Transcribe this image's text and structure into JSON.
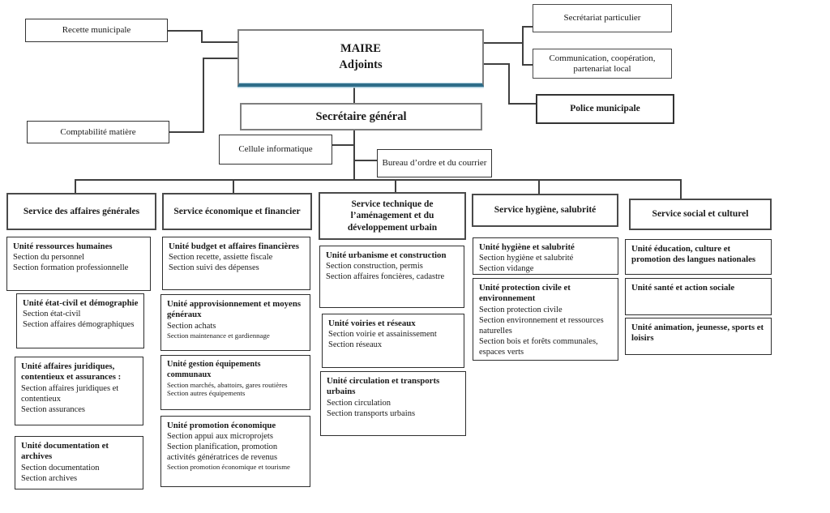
{
  "colors": {
    "accent_bottom_border": "#2e6d89",
    "accent_glow": "#a9cddc",
    "connector_line": "#404040",
    "box_border": "#333333"
  },
  "org": {
    "recette": "Recette municipale",
    "comptabilite": "Comptabilité matière",
    "maire": "MAIRE",
    "adjoints": "Adjoints",
    "secretariat_particulier": "Secrétariat particulier",
    "communication": "Communication, coopération, partenariat local",
    "police": "Police municipale",
    "secretaire_general": "Secrétaire général",
    "cellule_informatique": "Cellule informatique",
    "bureau_ordre": "Bureau d’ordre et du courrier"
  },
  "services": [
    {
      "title": "Service des affaires générales",
      "units": [
        {
          "title": "Unité ressources humaines",
          "sections": [
            "Section du personnel",
            "Section formation professionnelle"
          ]
        },
        {
          "title": "Unité état-civil et démographie",
          "sections": [
            "Section état-civil",
            "Section affaires démographiques"
          ]
        },
        {
          "title": "Unité affaires juridiques, contentieux et assurances :",
          "sections": [
            "Section affaires juridiques et contentieux",
            "Section assurances"
          ]
        },
        {
          "title": "Unité documentation et archives",
          "sections": [
            "Section documentation",
            "Section archives"
          ]
        }
      ]
    },
    {
      "title": "Service économique et financier",
      "units": [
        {
          "title": "Unité budget et affaires financières",
          "sections": [
            "Section recette, assiette fiscale",
            "Section suivi des dépenses"
          ]
        },
        {
          "title": "Unité approvisionnement et moyens généraux",
          "sections": [
            "Section achats",
            "Section maintenance et gardiennage"
          ]
        },
        {
          "title": "Unité gestion équipements communaux",
          "sections": [
            "Section marchés, abattoirs, gares routières",
            "Section autres équipements"
          ]
        },
        {
          "title": "Unité promotion économique",
          "sections": [
            "Section appui aux microprojets",
            "Section planification, promotion activités génératrices de revenus",
            "Section promotion économique et tourisme"
          ]
        }
      ]
    },
    {
      "title": "Service technique de l’aménagement et du développement urbain",
      "units": [
        {
          "title": "Unité urbanisme et construction",
          "sections": [
            "Section construction, permis",
            "Section affaires foncières, cadastre"
          ]
        },
        {
          "title": "Unité voiries et réseaux",
          "sections": [
            "Section voirie et assainissement",
            "Section réseaux"
          ]
        },
        {
          "title": "Unité circulation et transports urbains",
          "sections": [
            "Section circulation",
            "Section transports urbains"
          ]
        }
      ]
    },
    {
      "title": "Service hygiène, salubrité",
      "units": [
        {
          "title": "Unité hygiène et salubrité",
          "sections": [
            "Section hygiène et salubrité",
            "Section vidange"
          ]
        },
        {
          "title": "Unité protection civile et environnement",
          "sections": [
            "Section protection civile",
            "Section environnement et ressources naturelles",
            "Section bois et forêts communales, espaces verts"
          ]
        }
      ]
    },
    {
      "title": "Service social et culturel",
      "units": [
        {
          "title": "Unité éducation, culture et promotion des langues nationales",
          "sections": []
        },
        {
          "title": "Unité santé et action sociale",
          "sections": []
        },
        {
          "title": "Unité animation, jeunesse, sports et loisirs",
          "sections": []
        }
      ]
    }
  ]
}
